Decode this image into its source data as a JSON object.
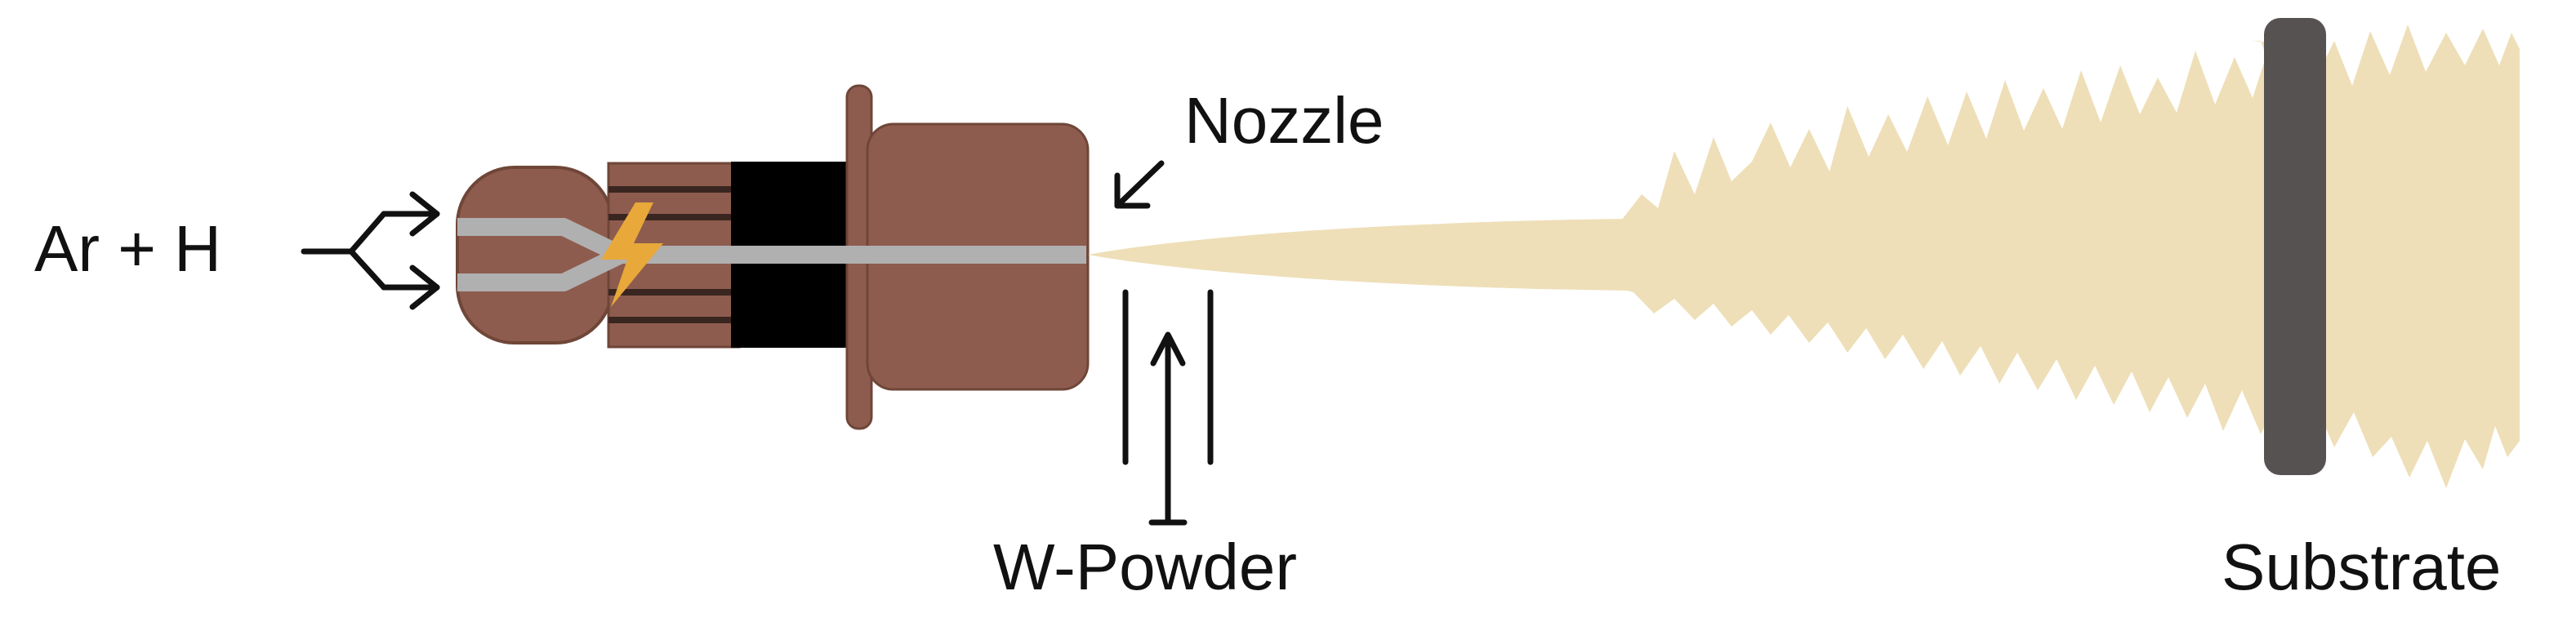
{
  "labels": {
    "gas_input": "Ar + H",
    "nozzle": "Nozzle",
    "powder": "W-Powder",
    "substrate": "Substrate"
  },
  "colors": {
    "torch_body": "#8e5c4e",
    "torch_outline": "#6f4638",
    "insulator": "#000000",
    "channel": "#b0b0b0",
    "spark": "#e8a83a",
    "plume": "#eedfb8",
    "substrate": "#565252",
    "arrows": "#111111"
  },
  "icons": {
    "spark": "lightning-bolt-icon"
  }
}
